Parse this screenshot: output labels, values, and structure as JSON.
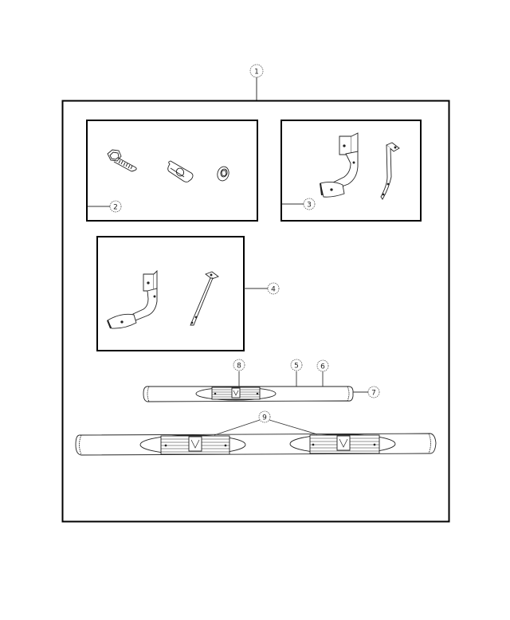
{
  "diagram": {
    "type": "exploded-parts-diagram",
    "subject": "Step bar / running board kit",
    "colors": {
      "line": "#111111",
      "frame": "#000000",
      "background": "#ffffff",
      "callout_stroke": "#333333"
    }
  },
  "callouts": [
    {
      "id": "c1",
      "label": "1",
      "target": "Complete kit (outer frame)"
    },
    {
      "id": "c2",
      "label": "2",
      "target": "Hardware kit: bolt, nut plate, washer nut"
    },
    {
      "id": "c3",
      "label": "3",
      "target": "Mounting brackets (set A)"
    },
    {
      "id": "c4",
      "label": "4",
      "target": "Mounting brackets (set B)"
    },
    {
      "id": "c5",
      "label": "5",
      "target": "Short step bar tube"
    },
    {
      "id": "c6",
      "label": "6",
      "target": "Short step bar tube (alt)"
    },
    {
      "id": "c7",
      "label": "7",
      "target": "End cap"
    },
    {
      "id": "c8",
      "label": "8",
      "target": "Step pad with logo (short bar)"
    },
    {
      "id": "c9",
      "label": "9",
      "target": "Step pads with logo (long bar)"
    }
  ],
  "groups": {
    "hardware": {
      "parts": [
        "hex flange bolt",
        "nut plate",
        "flange nut"
      ]
    },
    "brackets_a": {
      "parts": [
        "curved bracket",
        "straight strap bracket"
      ]
    },
    "brackets_b": {
      "parts": [
        "curved bracket",
        "straight strap bracket"
      ]
    },
    "short_bar": {
      "pads": 1
    },
    "long_bar": {
      "pads": 2
    }
  }
}
